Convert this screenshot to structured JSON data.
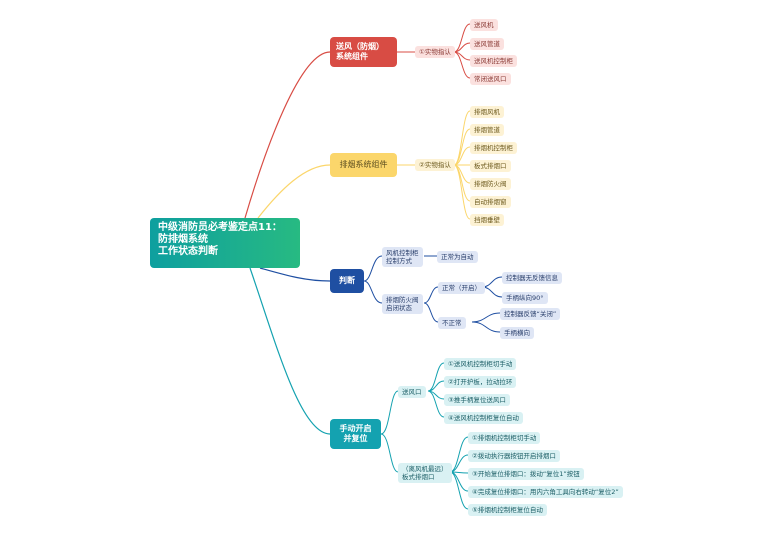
{
  "root": {
    "lines": [
      "中级消防员必考鉴定点11：",
      "防排烟系统",
      "工作状态判断"
    ]
  },
  "branches": {
    "supply": {
      "label_lines": [
        "送风（防烟）",
        "系统组件"
      ],
      "sub_label": "①实物指认",
      "items": [
        "送风机",
        "送风管道",
        "送风机控制柜",
        "常闭送风口"
      ]
    },
    "exhaust": {
      "label": "排烟系统组件",
      "sub_label": "②实物指认",
      "items": [
        "排烟风机",
        "排烟管道",
        "排烟机控制柜",
        "板式排烟口",
        "排烟防火阀",
        "自动排烟窗",
        "挡烟垂壁"
      ]
    },
    "judge": {
      "label": "判断",
      "fan_mode": {
        "label_lines": [
          "风机控制柜",
          "控制方式"
        ],
        "value": "正常为自动"
      },
      "damper": {
        "label_lines": [
          "排烟防火阀",
          "启闭状态"
        ],
        "normal": {
          "label": "正常（开启）",
          "items": [
            "控制器无反馈信息",
            "手柄纵向90°"
          ]
        },
        "abnormal": {
          "label": "不正常",
          "items": [
            "控制器反馈“关闭”",
            "手柄横向"
          ]
        }
      }
    },
    "reset": {
      "label_lines": [
        "手动开启",
        "并复位"
      ],
      "vent": {
        "label": "送风口",
        "steps": [
          "①送风机控制柜切手动",
          "②打开护板，拉动拉环",
          "③推手柄复位送风口",
          "④送风机控制柜复位自动"
        ]
      },
      "exhaust_vent": {
        "label_lines": [
          "（离风机最远）",
          "板式排烟口"
        ],
        "steps": [
          "①排烟机控制柜切手动",
          "②拨动执行器按钮开启排烟口",
          "③开始复位排烟口：拨动“复位1”按钮",
          "④完成复位排烟口：用内六角工具向右转动“复位2”",
          "⑤排烟机控制柜复位自动"
        ]
      }
    }
  },
  "colors": {
    "red": "#d84c44",
    "yellow": "#fbd66b",
    "blue": "#1f4fa2",
    "teal": "#14a2b0",
    "root_start": "#0e9f9f",
    "root_end": "#27ba82"
  }
}
